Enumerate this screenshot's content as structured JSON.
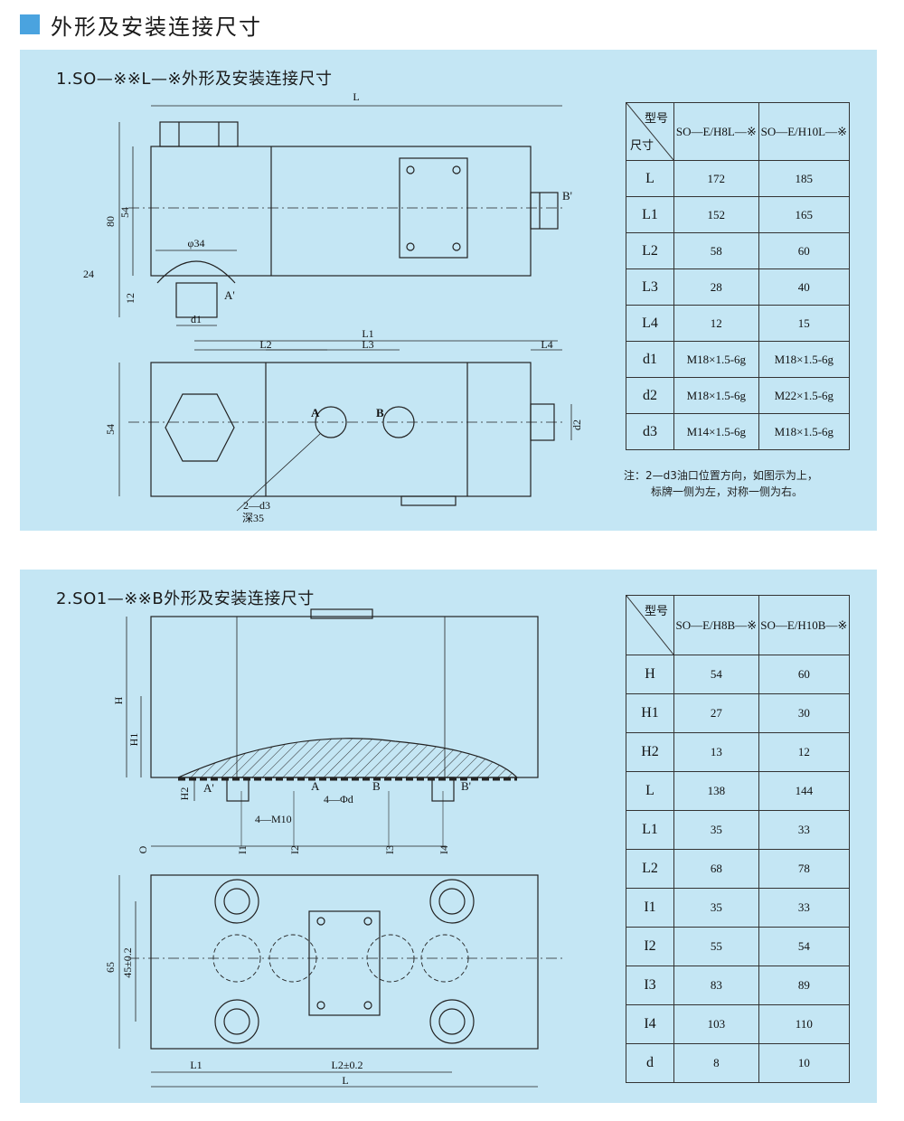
{
  "header": {
    "title": "外形及安装连接尺寸"
  },
  "section1": {
    "title": "1.SO—※※L—※外形及安装连接尺寸",
    "labels": {
      "L": "L",
      "Bp": "B'",
      "d80": "80",
      "d54": "54",
      "phi34": "φ34",
      "d24": "24",
      "d12": "12",
      "Ap": "A'",
      "d1": "d1",
      "L1": "L1",
      "L2": "L2",
      "L3": "L3",
      "L4": "L4",
      "A": "A",
      "B": "B",
      "d54b": "54",
      "d2": "d2",
      "d3": "2—d3",
      "deep": "深35"
    },
    "table": {
      "corner_top": "型号",
      "corner_bottom": "尺寸",
      "models": [
        "SO—E/H8L—※",
        "SO—E/H10L—※"
      ],
      "rows": [
        {
          "key": "L",
          "v1": "172",
          "v2": "185"
        },
        {
          "key": "L1",
          "v1": "152",
          "v2": "165"
        },
        {
          "key": "L2",
          "v1": "58",
          "v2": "60"
        },
        {
          "key": "L3",
          "v1": "28",
          "v2": "40"
        },
        {
          "key": "L4",
          "v1": "12",
          "v2": "15"
        },
        {
          "key": "d1",
          "v1": "M18×1.5-6g",
          "v2": "M18×1.5-6g"
        },
        {
          "key": "d2",
          "v1": "M18×1.5-6g",
          "v2": "M22×1.5-6g"
        },
        {
          "key": "d3",
          "v1": "M14×1.5-6g",
          "v2": "M18×1.5-6g"
        }
      ]
    },
    "note_line1": "注：2—d3油口位置方向，如图示为上，",
    "note_line2": "标牌一侧为左，对称一侧为右。"
  },
  "section2": {
    "title": "2.SO1—※※B外形及安装连接尺寸",
    "labels": {
      "H": "H",
      "H1": "H1",
      "H2": "H2",
      "Ap": "A'",
      "A": "A",
      "B": "B",
      "Bp": "B'",
      "phid": "4—Φd",
      "m10": "4—M10",
      "O": "O",
      "I1": "I1",
      "I2": "I2",
      "I3": "I3",
      "I4": "I4",
      "d65": "65",
      "d45": "45±0.2",
      "L1": "L1",
      "L2": "L2±0.2",
      "L": "L"
    },
    "table": {
      "corner_top": "型号",
      "models": [
        "SO—E/H8B—※",
        "SO—E/H10B—※"
      ],
      "rows": [
        {
          "key": "H",
          "v1": "54",
          "v2": "60"
        },
        {
          "key": "H1",
          "v1": "27",
          "v2": "30"
        },
        {
          "key": "H2",
          "v1": "13",
          "v2": "12"
        },
        {
          "key": "L",
          "v1": "138",
          "v2": "144"
        },
        {
          "key": "L1",
          "v1": "35",
          "v2": "33"
        },
        {
          "key": "L2",
          "v1": "68",
          "v2": "78"
        },
        {
          "key": "I1",
          "v1": "35",
          "v2": "33"
        },
        {
          "key": "I2",
          "v1": "55",
          "v2": "54"
        },
        {
          "key": "I3",
          "v1": "83",
          "v2": "89"
        },
        {
          "key": "I4",
          "v1": "103",
          "v2": "110"
        },
        {
          "key": "d",
          "v1": "8",
          "v2": "10"
        }
      ]
    }
  }
}
